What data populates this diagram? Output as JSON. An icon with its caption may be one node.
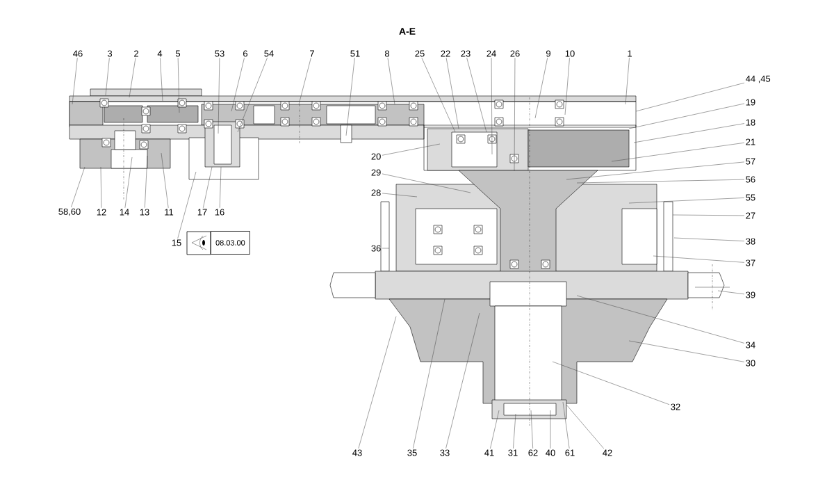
{
  "diagram": {
    "title": "A-E",
    "nodes": [
      {
        "text": [
          "46"
        ]
      },
      {
        "text": [
          "3"
        ]
      },
      {
        "text": [
          "2"
        ]
      },
      {
        "text": [
          "4"
        ]
      },
      {
        "text": [
          "5"
        ]
      },
      {
        "text": [
          "53"
        ]
      },
      {
        "text": [
          "6"
        ]
      },
      {
        "text": [
          "54"
        ]
      },
      {
        "text": [
          "7"
        ]
      },
      {
        "text": [
          "51"
        ]
      },
      {
        "text": [
          "8"
        ]
      },
      {
        "text": [
          "25"
        ]
      },
      {
        "text": [
          "22"
        ]
      },
      {
        "text": [
          "23"
        ]
      },
      {
        "text": [
          "24"
        ]
      },
      {
        "text": [
          "26"
        ]
      },
      {
        "text": [
          "9"
        ]
      },
      {
        "text": [
          "10"
        ]
      },
      {
        "text": [
          "1"
        ]
      },
      {
        "text": [
          "44 ,45"
        ]
      },
      {
        "text": [
          "19"
        ]
      },
      {
        "text": [
          "18"
        ]
      },
      {
        "text": [
          "21"
        ]
      },
      {
        "text": [
          "57"
        ]
      },
      {
        "text": [
          "56"
        ]
      },
      {
        "text": [
          "55"
        ]
      },
      {
        "text": [
          "27"
        ]
      },
      {
        "text": [
          "38"
        ]
      },
      {
        "text": [
          "37"
        ]
      },
      {
        "text": [
          "39"
        ]
      },
      {
        "text": [
          "20"
        ]
      },
      {
        "text": [
          "29"
        ]
      },
      {
        "text": [
          "28"
        ]
      },
      {
        "text": [
          "36"
        ]
      },
      {
        "text": [
          "58,60"
        ]
      },
      {
        "text": [
          "12"
        ]
      },
      {
        "text": [
          "14"
        ]
      },
      {
        "text": [
          "13"
        ]
      },
      {
        "text": [
          "11"
        ]
      },
      {
        "text": [
          "17"
        ]
      },
      {
        "text": [
          "16"
        ]
      },
      {
        "text": [
          "15"
        ]
      },
      {
        "text": [
          "08.03.00"
        ]
      },
      {
        "text": [
          "43"
        ]
      },
      {
        "text": [
          "35"
        ]
      },
      {
        "text": [
          "33"
        ]
      },
      {
        "text": [
          "41"
        ]
      },
      {
        "text": [
          "31"
        ]
      },
      {
        "text": [
          "62"
        ]
      },
      {
        "text": [
          "40"
        ]
      },
      {
        "text": [
          "61"
        ]
      },
      {
        "text": [
          "42"
        ]
      },
      {
        "text": [
          "34"
        ]
      },
      {
        "text": [
          "30"
        ]
      },
      {
        "text": [
          "32"
        ]
      }
    ],
    "edges": [
      {
        "from": 0,
        "to": null,
        "arrow": "none"
      },
      {
        "from": 1,
        "to": null,
        "arrow": "none"
      },
      {
        "from": 2,
        "to": null,
        "arrow": "none"
      },
      {
        "from": 3,
        "to": null,
        "arrow": "none"
      },
      {
        "from": 4,
        "to": null,
        "arrow": "none"
      },
      {
        "from": 5,
        "to": null,
        "arrow": "none"
      },
      {
        "from": 6,
        "to": null,
        "arrow": "none"
      },
      {
        "from": 7,
        "to": null,
        "arrow": "none"
      },
      {
        "from": 8,
        "to": null,
        "arrow": "none"
      },
      {
        "from": 9,
        "to": null,
        "arrow": "none"
      },
      {
        "from": 10,
        "to": null,
        "arrow": "none"
      },
      {
        "from": 11,
        "to": null,
        "arrow": "none"
      },
      {
        "from": 12,
        "to": null,
        "arrow": "none"
      },
      {
        "from": 13,
        "to": null,
        "arrow": "none"
      },
      {
        "from": 14,
        "to": null,
        "arrow": "none"
      },
      {
        "from": 15,
        "to": null,
        "arrow": "none"
      },
      {
        "from": 16,
        "to": null,
        "arrow": "none"
      },
      {
        "from": 17,
        "to": null,
        "arrow": "none"
      },
      {
        "from": 18,
        "to": null,
        "arrow": "none"
      },
      {
        "from": 19,
        "to": null,
        "arrow": "none"
      },
      {
        "from": 20,
        "to": null,
        "arrow": "none"
      },
      {
        "from": 21,
        "to": null,
        "arrow": "none"
      },
      {
        "from": 22,
        "to": null,
        "arrow": "none"
      },
      {
        "from": 23,
        "to": null,
        "arrow": "none"
      },
      {
        "from": 24,
        "to": null,
        "arrow": "none"
      },
      {
        "from": 25,
        "to": null,
        "arrow": "none"
      },
      {
        "from": 26,
        "to": null,
        "arrow": "none"
      },
      {
        "from": 27,
        "to": null,
        "arrow": "none"
      },
      {
        "from": 28,
        "to": null,
        "arrow": "none"
      },
      {
        "from": 29,
        "to": null,
        "arrow": "none"
      },
      {
        "from": 30,
        "to": null,
        "arrow": "none"
      },
      {
        "from": 31,
        "to": null,
        "arrow": "none"
      },
      {
        "from": 32,
        "to": null,
        "arrow": "none"
      },
      {
        "from": 33,
        "to": null,
        "arrow": "none"
      },
      {
        "from": 34,
        "to": null,
        "arrow": "none"
      },
      {
        "from": 35,
        "to": null,
        "arrow": "none"
      },
      {
        "from": 36,
        "to": null,
        "arrow": "none"
      },
      {
        "from": 37,
        "to": null,
        "arrow": "none"
      },
      {
        "from": 38,
        "to": null,
        "arrow": "none"
      },
      {
        "from": 39,
        "to": null,
        "arrow": "none"
      },
      {
        "from": 40,
        "to": null,
        "arrow": "none"
      },
      {
        "from": 41,
        "to": null,
        "arrow": "none"
      },
      {
        "from": 43,
        "to": null,
        "arrow": "none"
      },
      {
        "from": 44,
        "to": null,
        "arrow": "none"
      },
      {
        "from": 45,
        "to": null,
        "arrow": "none"
      },
      {
        "from": 46,
        "to": null,
        "arrow": "none"
      },
      {
        "from": 47,
        "to": null,
        "arrow": "none"
      },
      {
        "from": 48,
        "to": null,
        "arrow": "none"
      },
      {
        "from": 49,
        "to": null,
        "arrow": "none"
      },
      {
        "from": 50,
        "to": null,
        "arrow": "none"
      },
      {
        "from": 51,
        "to": null,
        "arrow": "none"
      },
      {
        "from": 52,
        "to": null,
        "arrow": "none"
      },
      {
        "from": 53,
        "to": null,
        "arrow": "none"
      },
      {
        "from": 54,
        "to": null,
        "arrow": "none"
      }
    ]
  }
}
